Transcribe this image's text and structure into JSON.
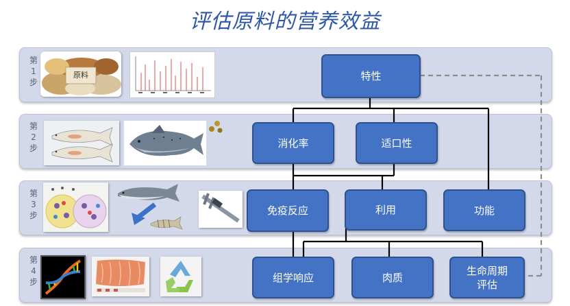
{
  "title": "评估原料的营养效益",
  "steps": [
    {
      "c1": "第",
      "c2": "1",
      "c3": "步"
    },
    {
      "c1": "第",
      "c2": "2",
      "c3": "步"
    },
    {
      "c1": "第",
      "c2": "3",
      "c3": "步"
    },
    {
      "c1": "第",
      "c2": "4",
      "c3": "步"
    }
  ],
  "raw_material_label": "原料",
  "nodes": {
    "characteristics": "特性",
    "digestibility": "消化率",
    "palatability": "适口性",
    "immune_response": "免疫反应",
    "utilization": "利用",
    "function": "功能",
    "transcriptomic_response": "组学响应",
    "flesh_quality": "肉质",
    "lifecycle_line1": "生命周期",
    "lifecycle_line2": "评估"
  },
  "colors": {
    "node_fill": "#4472c4",
    "node_border": "#2f528f",
    "band_fill": "#d3d9ea",
    "title": "#2f57a8",
    "connector": "#000000",
    "dashed": "#8c8c8c"
  },
  "icons": [
    "grain-pile-icon",
    "chromatogram-icon",
    "fish-anatomy-icon",
    "salmon-icon",
    "feed-pellets-icon",
    "immune-cells-icon",
    "juvenile-fish-icon",
    "caliper-icon",
    "dna-icon",
    "fillet-icon",
    "recycle-icon"
  ]
}
